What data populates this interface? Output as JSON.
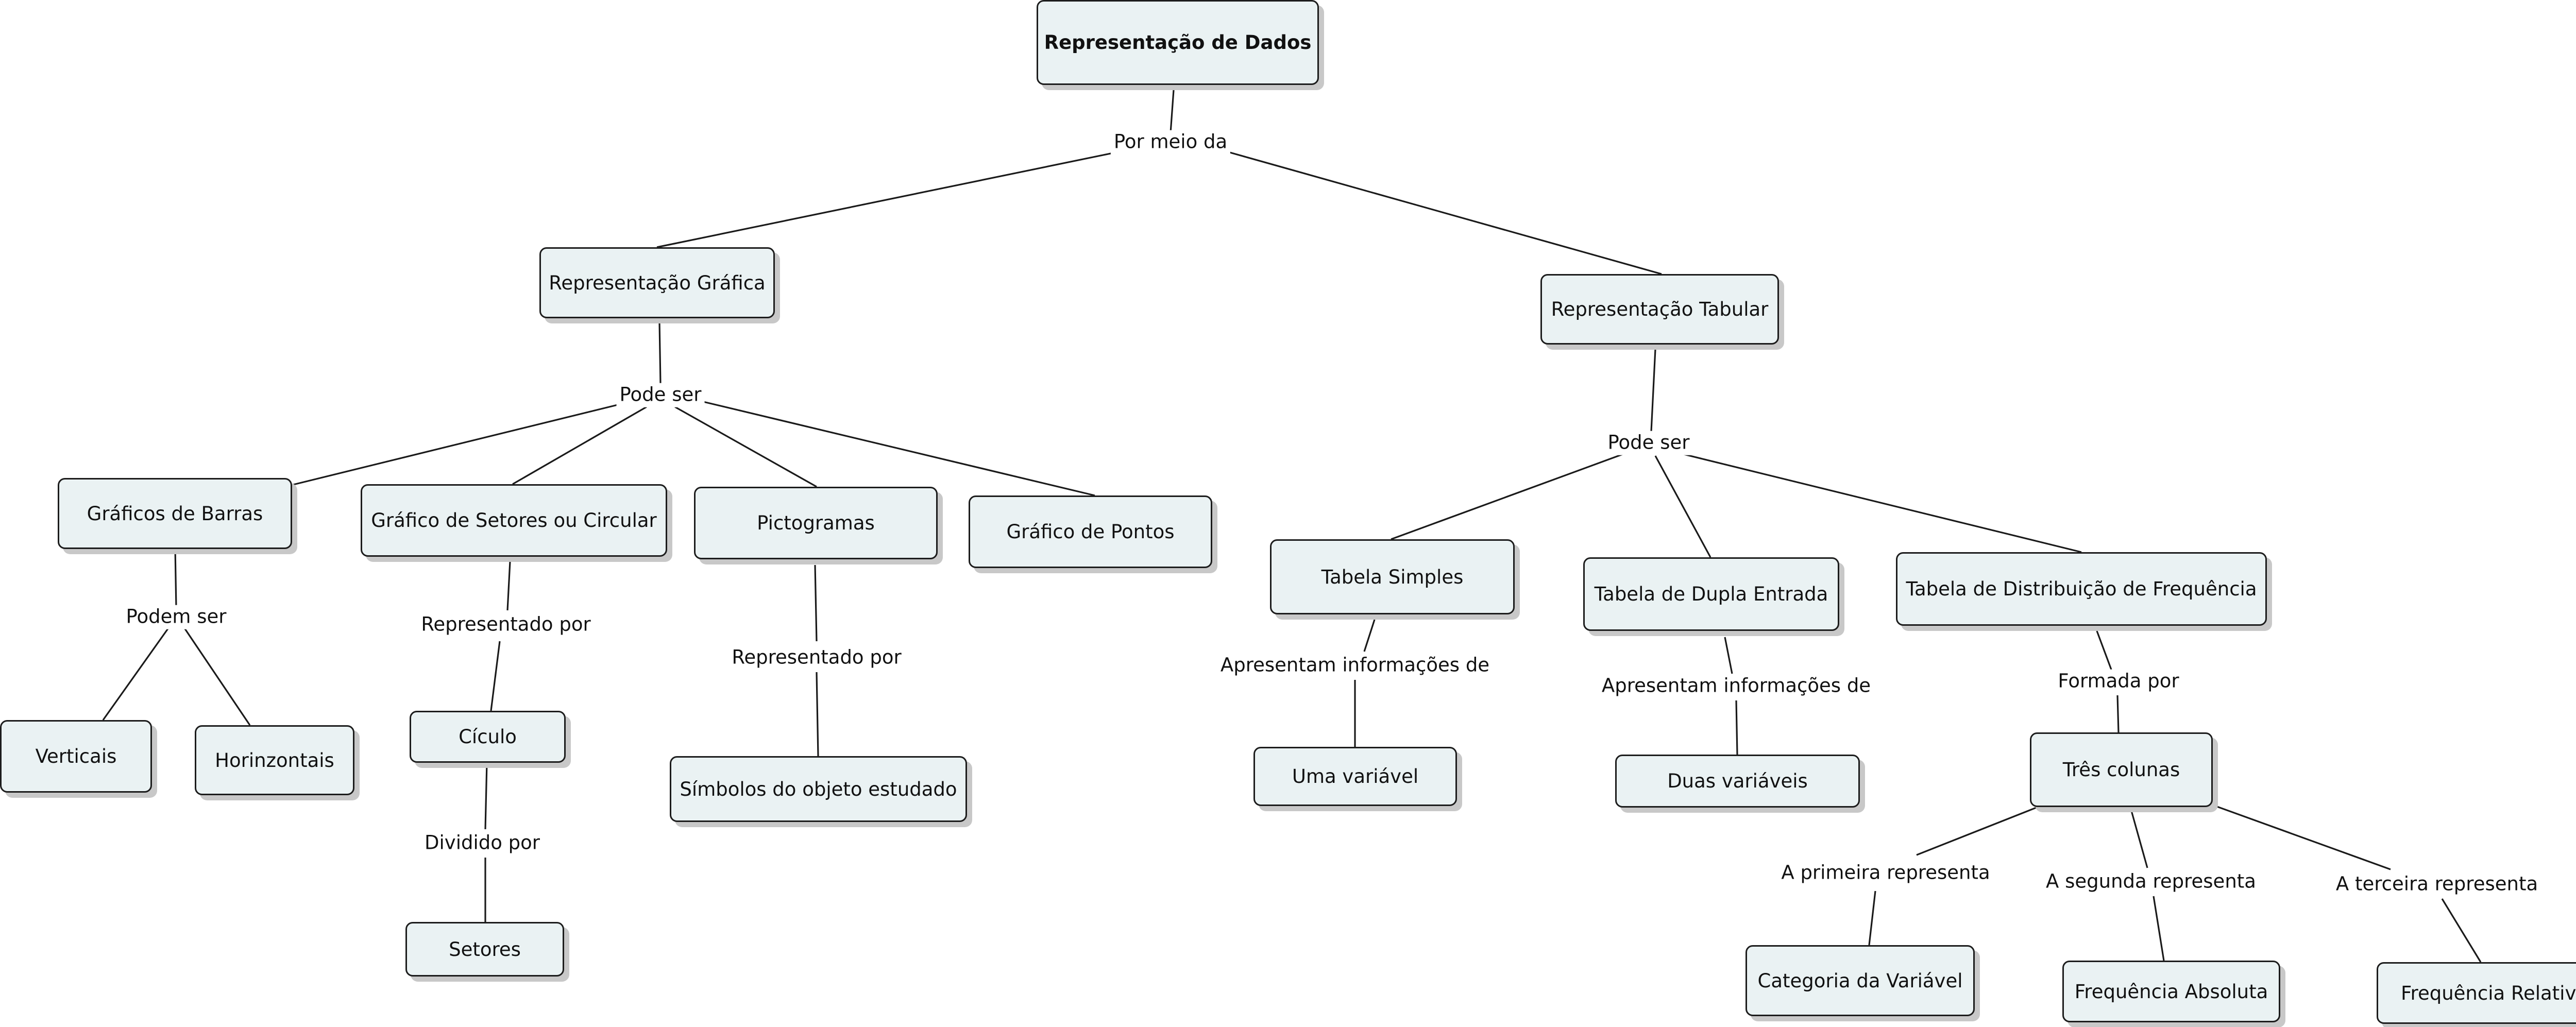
{
  "root": "Representação de Dados",
  "nodes": {
    "grafica": "Representação Gráfica",
    "tabular": "Representação Tabular",
    "barras": "Gráficos de Barras",
    "setores_circular": "Gráfico de Setores ou Circular",
    "pictogramas": "Pictogramas",
    "pontos": "Gráfico de Pontos",
    "verticais": "Verticais",
    "horizontais": "Horinzontais",
    "ciculo": "Cículo",
    "setores": "Setores",
    "simbolos": "Símbolos do objeto estudado",
    "tabela_simples": "Tabela Simples",
    "dupla_entrada": "Tabela de Dupla Entrada",
    "distribuicao": "Tabela de Distribuição de Frequência",
    "uma_variavel": "Uma variável",
    "duas_variaveis": "Duas variáveis",
    "tres_colunas": "Três colunas",
    "categoria": "Categoria da Variável",
    "freq_absoluta": "Frequência Absoluta",
    "freq_relativa": "Frequência Relativa"
  },
  "links": {
    "por_meio_da": "Por meio da",
    "pode_ser_grafica": "Pode ser",
    "pode_ser_tabular": "Pode ser",
    "podem_ser": "Podem ser",
    "representado_por_setores": "Representado por",
    "dividido_por": "Dividido por",
    "representado_por_picto": "Representado por",
    "apresentam_uma": "Apresentam informações de",
    "apresentam_duas": "Apresentam informações de",
    "formada_por": "Formada por",
    "primeira": "A primeira representa",
    "segunda": "A segunda representa",
    "terceira": "A terceira representa"
  }
}
